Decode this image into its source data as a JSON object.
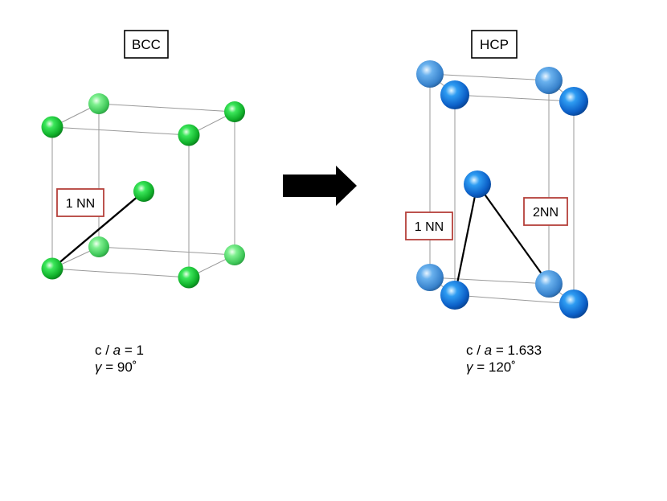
{
  "bcc": {
    "title": "BCC",
    "nn1_label": "1 NN",
    "ratio_prefix": "c / ",
    "ratio_var": "a",
    "ratio_value": " = 1",
    "angle_var": "γ",
    "angle_value": " = 90˚"
  },
  "hcp": {
    "title": "HCP",
    "nn1_label": "1 NN",
    "nn2_label": "2NN",
    "ratio_prefix": "c / ",
    "ratio_var": "a",
    "ratio_value": " = 1.633",
    "angle_var": "γ",
    "angle_value": " = 120˚"
  },
  "colors": {
    "bcc_atom": "#1fcf3a",
    "bcc_atom_back": "#5fe07a",
    "hcp_atom": "#1d7fe0",
    "hcp_atom_back": "#4a9ae8",
    "nn_box_border": "#b5403a",
    "cell_edge": "#9a9a9a",
    "arrow": "#000000"
  }
}
